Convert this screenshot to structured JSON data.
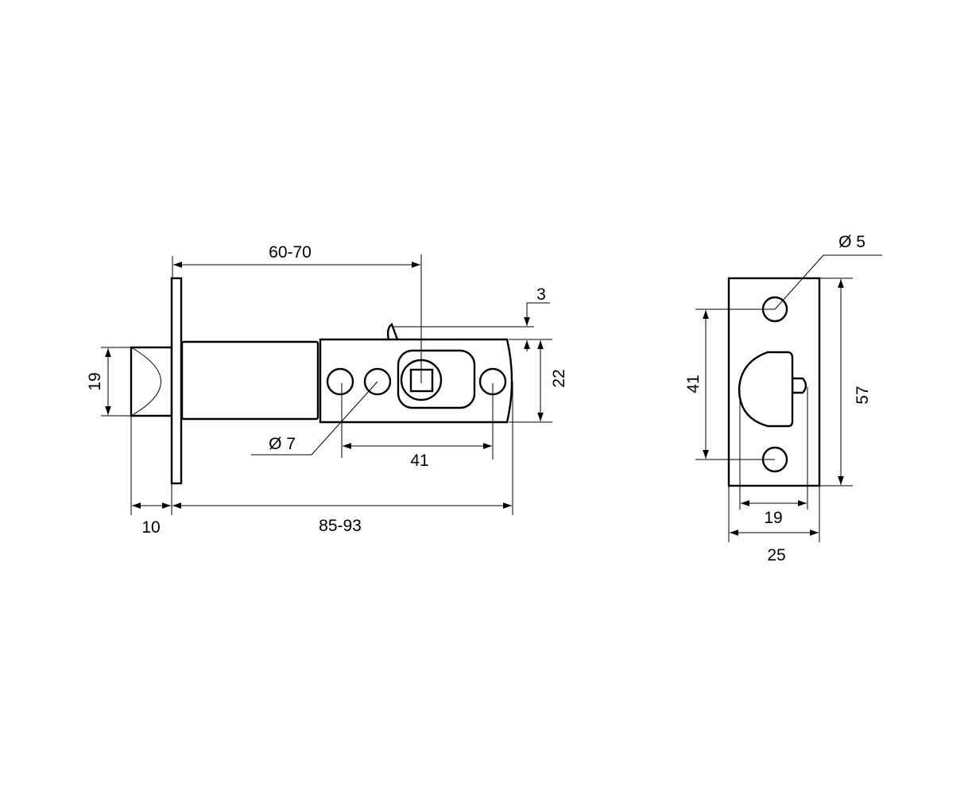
{
  "latch": {
    "dim_backset": "60-70",
    "dim_tab": "3",
    "dim_case_height": "22",
    "dim_bolt_height": "19",
    "dim_hole_diameter": "Ø 7",
    "dim_hole_spacing": "41",
    "dim_bolt_projection": "10",
    "dim_overall_length": "85-93"
  },
  "strike_plate": {
    "dim_hole_diameter": "Ø 5",
    "dim_hole_spacing": "41",
    "dim_height": "57",
    "dim_opening_width": "19",
    "dim_width": "25"
  },
  "colors": {
    "line": "#000000",
    "background": "#ffffff"
  }
}
